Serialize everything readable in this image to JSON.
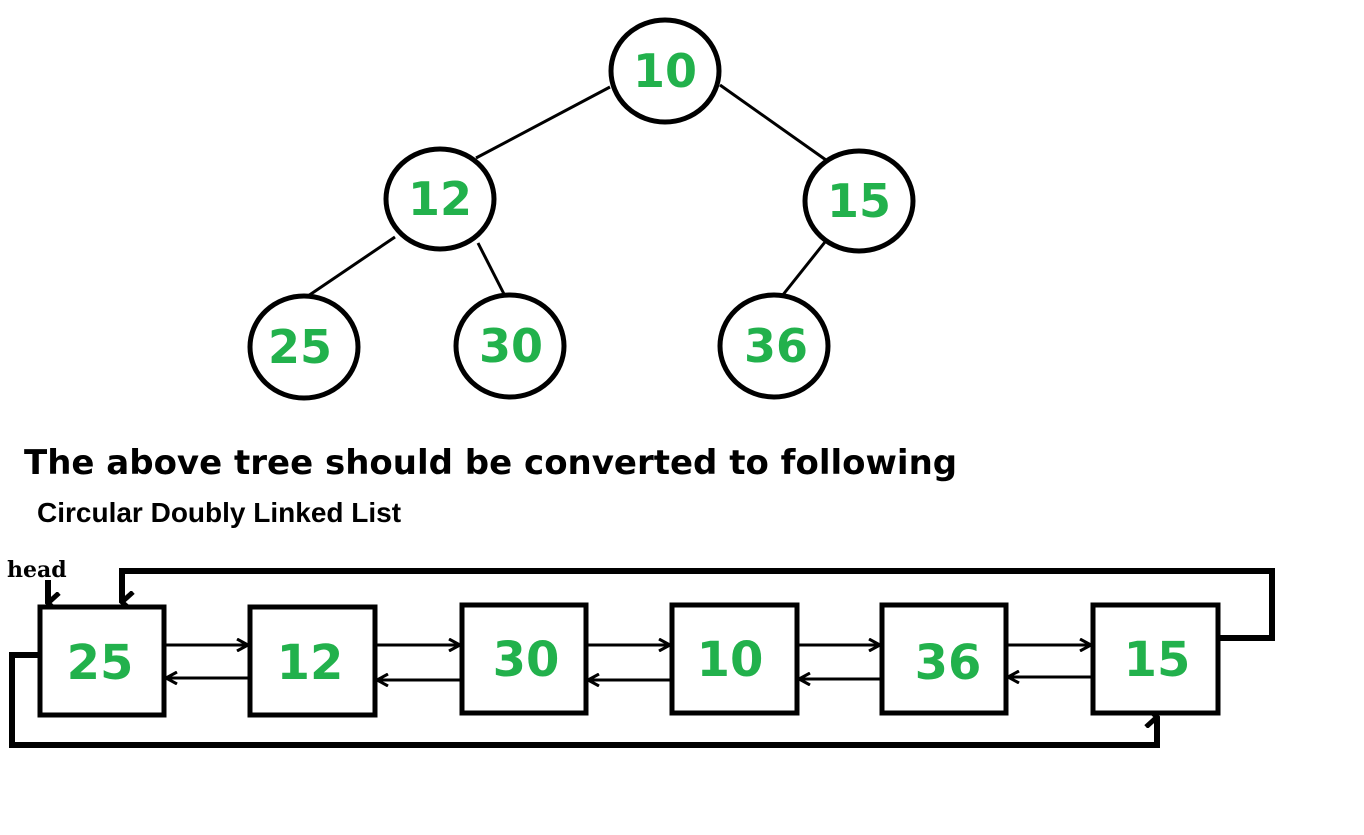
{
  "tree": {
    "root": "10",
    "left": "12",
    "right": "15",
    "left_left": "25",
    "left_right": "30",
    "right_left": "36"
  },
  "caption": {
    "heading": "The above tree should be converted to following",
    "subheading": "Circular Doubly Linked List"
  },
  "list": {
    "head_label": "head",
    "nodes": [
      "25",
      "12",
      "30",
      "10",
      "36",
      "15"
    ]
  },
  "colors": {
    "value_text": "#22b14c",
    "outline": "#000000",
    "background": "#ffffff"
  }
}
